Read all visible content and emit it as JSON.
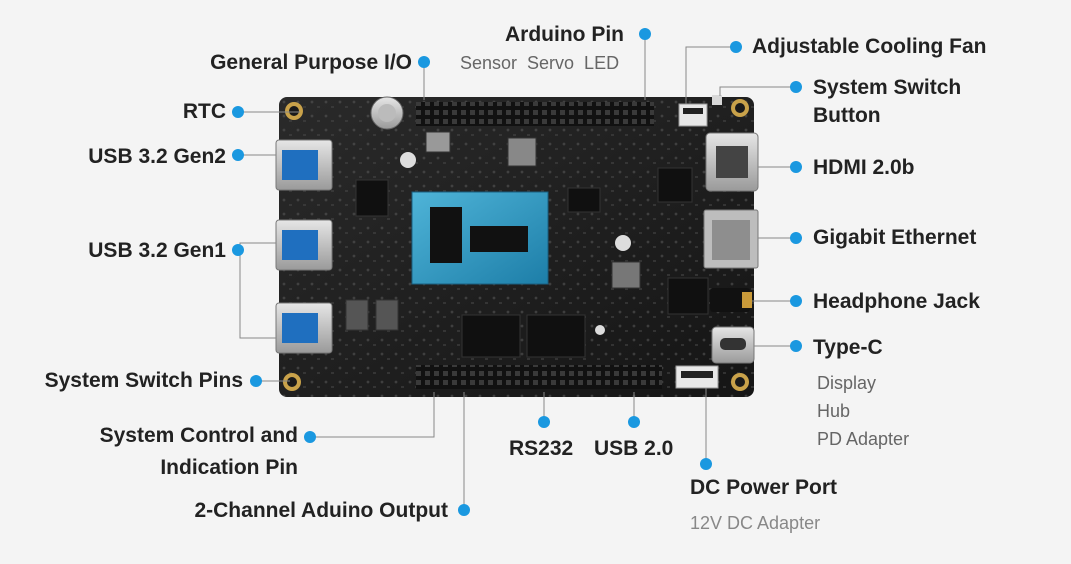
{
  "accent_color": "#1a98e0",
  "labels": {
    "gpio": "General Purpose I/O",
    "arduino_pin": "Arduino Pin",
    "arduino_sub": "Sensor  Servo  LED",
    "cooling_fan": "Adjustable Cooling Fan",
    "rtc": "RTC",
    "system_switch_button_1": "System Switch",
    "system_switch_button_2": "Button",
    "usb32_gen2": "USB 3.2 Gen2",
    "hdmi": "HDMI 2.0b",
    "usb32_gen1": "USB 3.2 Gen1",
    "ethernet": "Gigabit Ethernet",
    "headphone": "Headphone Jack",
    "typec": "Type-C",
    "typec_sub": [
      "Display",
      "Hub",
      "PD Adapter"
    ],
    "switch_pins": "System Switch Pins",
    "sys_control_1": "System Control and",
    "sys_control_2": "Indication Pin",
    "rs232": "RS232",
    "usb20": "USB 2.0",
    "dc_power": "DC Power Port",
    "dc_sub": "12V DC Adapter",
    "aduino_output": "2-Channel Aduino Output"
  }
}
